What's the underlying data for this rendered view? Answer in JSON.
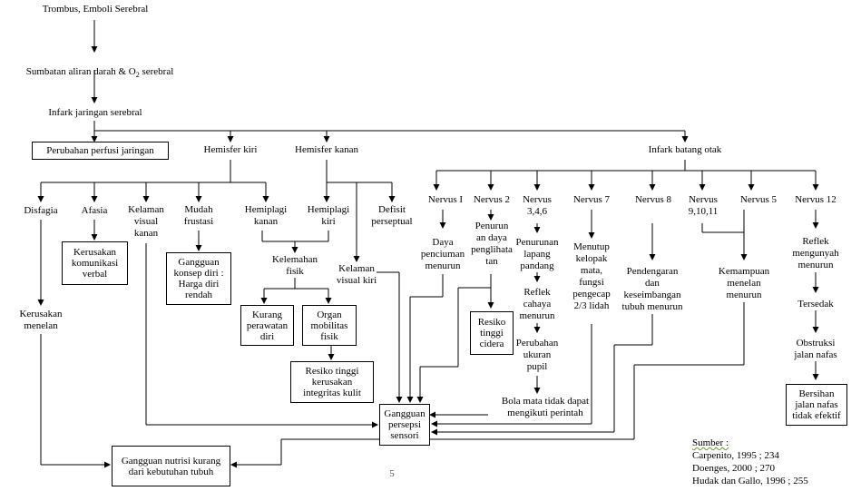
{
  "nodes": {
    "trombus": "Trombus, Emboli Serebral",
    "sumbatan_a": "Sumbatan aliran darah & O",
    "sumbatan_sub": "2",
    "sumbatan_b": " serebral",
    "infark": "Infark jaringan  serebral",
    "perfusi": "Perubahan perfusi jaringan",
    "hem_kiri": "Hemisfer kiri",
    "hem_kanan": "Hemisfer kanan",
    "batang": "Infark batang otak",
    "disfagia": "Disfagia",
    "afasia": "Afasia",
    "kelaman_vk": "Kelaman\nvisual\nkanan",
    "mudah": "Mudah\nfrustasi",
    "hemiplagi_kanan": "Hemiplagi\nkanan",
    "hemiplagi_kiri": "Hemiplagi\nkiri",
    "defisit": "Defisit\nperseptual",
    "kerusakan_komunikasi": "Kerusakan\nkomunikasi\nverbal",
    "gangguan_konsep": "Gangguan\nkonsep diri :\nHarga diri\nrendah",
    "kelemahan": "Kelemahan\nfisik",
    "kelaman_vki": "Kelaman\nvisual kiri",
    "kurang": "Kurang\nperawatan\ndiri",
    "organ": "Organ\nmobilitas\nfisik",
    "resiko_kerusakan": "Resiko tinggi\nkerusakan\nintegritas  kulit",
    "kerusakan_menelan": "Kerusakan\nmenelan",
    "gangguan_persepsi": "Gangguan\npersepsi\nsensori",
    "gangguan_nutrisi": "Gangguan nutrisi kurang\ndari kebutuhan tubuh",
    "n1": "Nervus I",
    "n2": "Nervus 2",
    "n346": "Nervus\n3,4,6",
    "n7": "Nervus 7",
    "n8": "Nervus 8",
    "n91011": "Nervus\n9,10,11",
    "n5": "Nervus 5",
    "n12": "Nervus 12",
    "daya_penciuman": "Daya\npenciuman\nmenurun",
    "penurunan_daya": "Penurun\nan daya\npenglihata\ntan",
    "penurunan_lapang": "Penurunan\nlapang\npandang",
    "refleks_cahaya": "Reflek\ncahaya\nmenurun",
    "perubahan_pupil": "Perubahan\nukuran\npupil",
    "menutup": "Menutup\nkelopak\nmata,\nfungsi\npengecap\n2/3 lidah",
    "pendengaran": "Pendengaran\ndan\nkeseimbangan\ntubuh menurun",
    "kemampuan": "Kemampuan\nmenelan\nmenurun",
    "reflek_mengunyah": "Reflek\nmengunyah\nmenurun",
    "tersedak": "Tersedak",
    "obstruksi": "Obstruksi\njalan nafas",
    "bersihan": "Bersihan\njalan nafas\ntidak efektif",
    "resiko_cidera": "Resiko\ntinggi\ncidera",
    "bola_mata": "Bola mata  tidak dapat\nmengikuti perintah"
  },
  "page_number": "5",
  "sources": {
    "heading": "Sumber :",
    "lines": [
      "Carpenito,  1995 ; 234",
      "Doenges, 2000 ; 270",
      "Hudak dan Gallo,  1996 ; 255"
    ]
  }
}
